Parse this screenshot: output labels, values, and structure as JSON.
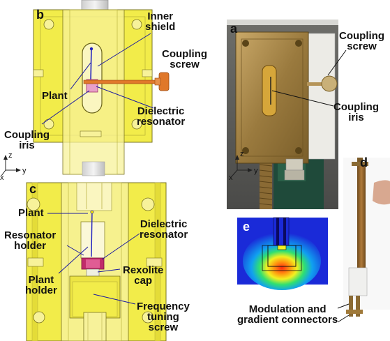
{
  "panels": {
    "a": "a",
    "b": "b",
    "c": "c",
    "d": "d",
    "e": "e"
  },
  "panel_b": {
    "inner_shield": "Inner\nshield",
    "coupling_screw": "Coupling\nscrew",
    "plant": "Plant",
    "dielectric_resonator": "Dielectric\nresonator",
    "coupling_iris": "Coupling\niris"
  },
  "panel_a": {
    "coupling_screw": "Coupling\nscrew",
    "coupling_iris": "Coupling\niris"
  },
  "panel_c": {
    "plant": "Plant",
    "resonator_holder": "Resonator\nholder",
    "dielectric_resonator": "Dielectric\nresonator",
    "plant_holder": "Plant\nholder",
    "rexolite_cap": "Rexolite\ncap",
    "frequency_tuning_screw": "Frequency\ntuning\nscrew"
  },
  "panel_d": {
    "connectors": "Modulation and\ngradient connectors"
  },
  "axes": {
    "z": "z",
    "y": "y",
    "x": "x"
  },
  "colors": {
    "shield_yellow": "#f2ec4a",
    "shield_light": "#f7f29a",
    "outline": "#7a7420",
    "brass": "#a8884a",
    "coupling_orange": "#e0782a",
    "resonator_magenta": "#c02c6a",
    "resonator_pink": "#e8a0c8",
    "field_blue": "#1a2ad8"
  }
}
